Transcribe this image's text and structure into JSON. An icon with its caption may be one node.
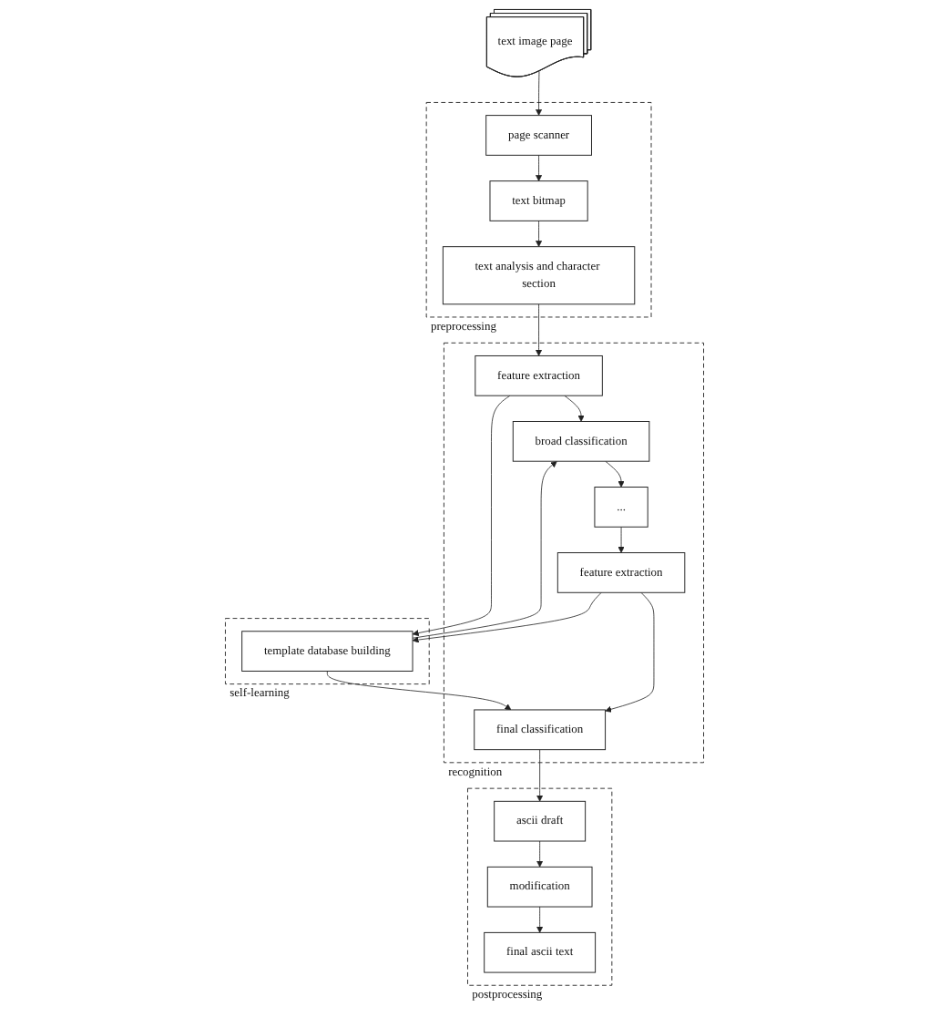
{
  "diagram": {
    "nodes": [
      {
        "text": [
          "text image page"
        ]
      },
      {
        "text": [
          "preprocessing"
        ]
      },
      {
        "text": [
          "page scanner"
        ],
        "in": 1
      },
      {
        "text": [
          "text bitmap"
        ],
        "in": 1
      },
      {
        "text": [
          "text analysis and character section"
        ],
        "in": 1
      },
      {
        "text": [
          "recognition"
        ]
      },
      {
        "text": [
          "final classification"
        ],
        "in": 5
      },
      {
        "text": [
          "feature extraction"
        ],
        "in": 5
      },
      {
        "text": [
          "..."
        ],
        "in": 5
      },
      {
        "text": [
          "broad classification"
        ],
        "in": 5
      },
      {
        "text": [
          "feature extraction"
        ],
        "in": 5
      },
      {
        "text": [
          "self-learning"
        ]
      },
      {
        "text": [
          "template database building"
        ],
        "in": 11
      },
      {
        "text": [
          "postprocessing"
        ]
      },
      {
        "text": [
          "ascii draft"
        ],
        "in": 13
      },
      {
        "text": [
          "modification"
        ],
        "in": 13
      },
      {
        "text": [
          "final ascii text"
        ],
        "in": 13
      }
    ],
    "edges": [
      {
        "from": 0,
        "to": 2,
        "arrow": "to"
      },
      {
        "from": 2,
        "to": 3,
        "arrow": "to"
      },
      {
        "from": 3,
        "to": 4,
        "arrow": "to"
      },
      {
        "from": 4,
        "to": 10,
        "arrow": "to"
      },
      {
        "from": 10,
        "to": 9,
        "arrow": "to"
      },
      {
        "from": 9,
        "to": 8,
        "arrow": "to"
      },
      {
        "from": 8,
        "to": 7,
        "arrow": "to"
      },
      {
        "from": 7,
        "to": 6,
        "arrow": "to"
      },
      {
        "from": 10,
        "to": 12,
        "arrow": "to"
      },
      {
        "from": 12,
        "to": 9,
        "arrow": "to"
      },
      {
        "from": 7,
        "to": 12,
        "arrow": "to"
      },
      {
        "from": 12,
        "to": 6,
        "arrow": "to"
      },
      {
        "from": 6,
        "to": 14,
        "arrow": "to"
      },
      {
        "from": 14,
        "to": 15,
        "arrow": "to"
      },
      {
        "from": 15,
        "to": 16,
        "arrow": "to"
      }
    ]
  }
}
